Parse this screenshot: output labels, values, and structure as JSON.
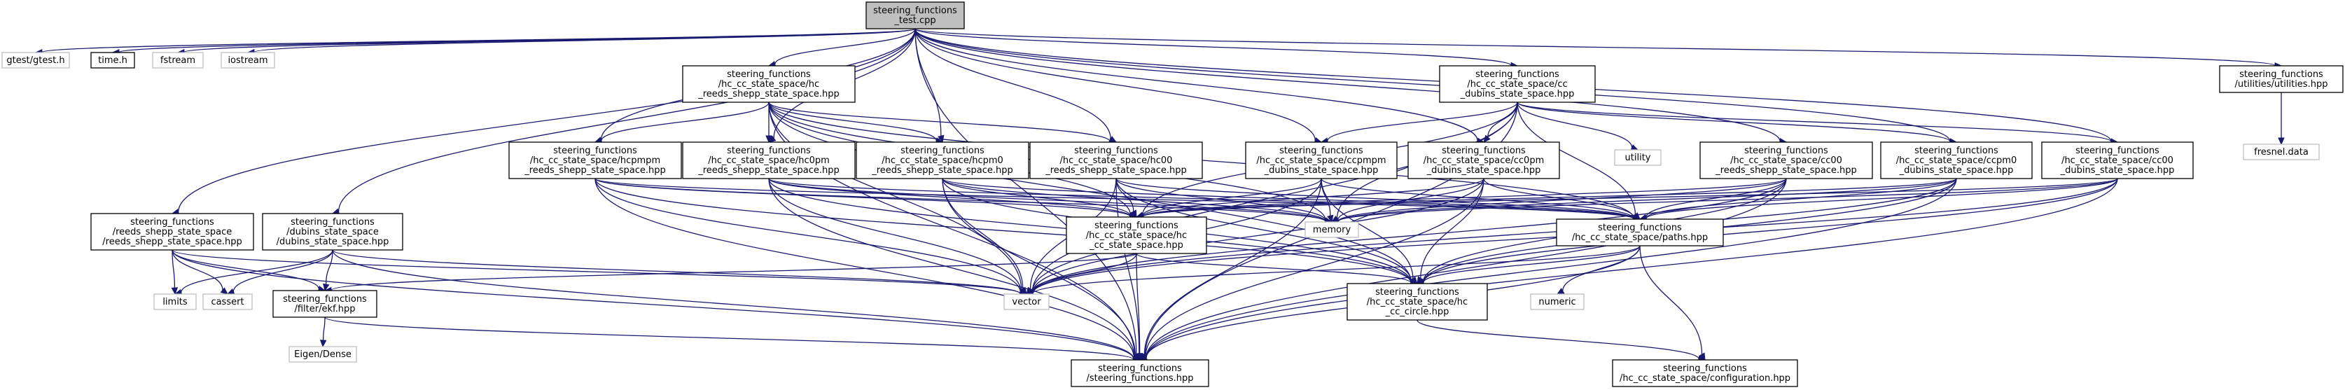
{
  "graph": {
    "nodes": [
      {
        "id": "root",
        "lines": [
          "steering_functions",
          "_test.cpp"
        ],
        "kind": "root"
      },
      {
        "id": "gtest",
        "lines": [
          "gtest/gtest.h"
        ],
        "kind": "external"
      },
      {
        "id": "timeh",
        "lines": [
          "time.h"
        ],
        "kind": "header"
      },
      {
        "id": "fstream",
        "lines": [
          "fstream"
        ],
        "kind": "external"
      },
      {
        "id": "iostream",
        "lines": [
          "iostream"
        ],
        "kind": "external"
      },
      {
        "id": "hc_rs",
        "lines": [
          "steering_functions",
          "/hc_cc_state_space/hc",
          "_reeds_shepp_state_space.hpp"
        ],
        "kind": "header"
      },
      {
        "id": "cc_dubins",
        "lines": [
          "steering_functions",
          "/hc_cc_state_space/cc",
          "_dubins_state_space.hpp"
        ],
        "kind": "header"
      },
      {
        "id": "utilities",
        "lines": [
          "steering_functions",
          "/utilities/utilities.hpp"
        ],
        "kind": "header"
      },
      {
        "id": "fresnel",
        "lines": [
          "fresnel.data"
        ],
        "kind": "external"
      },
      {
        "id": "hcpmpm_rs",
        "lines": [
          "steering_functions",
          "/hc_cc_state_space/hcpmpm",
          "_reeds_shepp_state_space.hpp"
        ],
        "kind": "header"
      },
      {
        "id": "hc0pm_rs",
        "lines": [
          "steering_functions",
          "/hc_cc_state_space/hc0pm",
          "_reeds_shepp_state_space.hpp"
        ],
        "kind": "header"
      },
      {
        "id": "hcpm0_rs",
        "lines": [
          "steering_functions",
          "/hc_cc_state_space/hcpm0",
          "_reeds_shepp_state_space.hpp"
        ],
        "kind": "header"
      },
      {
        "id": "hc00_rs",
        "lines": [
          "steering_functions",
          "/hc_cc_state_space/hc00",
          "_reeds_shepp_state_space.hpp"
        ],
        "kind": "header"
      },
      {
        "id": "ccpmpm_dub",
        "lines": [
          "steering_functions",
          "/hc_cc_state_space/ccpmpm",
          "_dubins_state_space.hpp"
        ],
        "kind": "header"
      },
      {
        "id": "cc0pm_dub",
        "lines": [
          "steering_functions",
          "/hc_cc_state_space/cc0pm",
          "_dubins_state_space.hpp"
        ],
        "kind": "header"
      },
      {
        "id": "utility",
        "lines": [
          "utility"
        ],
        "kind": "external"
      },
      {
        "id": "cc00_rs",
        "lines": [
          "steering_functions",
          "/hc_cc_state_space/cc00",
          "_reeds_shepp_state_space.hpp"
        ],
        "kind": "header"
      },
      {
        "id": "ccpm0_dub",
        "lines": [
          "steering_functions",
          "/hc_cc_state_space/ccpm0",
          "_dubins_state_space.hpp"
        ],
        "kind": "header"
      },
      {
        "id": "cc00_dub",
        "lines": [
          "steering_functions",
          "/hc_cc_state_space/cc00",
          "_dubins_state_space.hpp"
        ],
        "kind": "header"
      },
      {
        "id": "rs_ss",
        "lines": [
          "steering_functions",
          "/reeds_shepp_state_space",
          "/reeds_shepp_state_space.hpp"
        ],
        "kind": "header"
      },
      {
        "id": "dub_ss",
        "lines": [
          "steering_functions",
          "/dubins_state_space",
          "/dubins_state_space.hpp"
        ],
        "kind": "header"
      },
      {
        "id": "hc_cc_ss",
        "lines": [
          "steering_functions",
          "/hc_cc_state_space/hc",
          "_cc_state_space.hpp"
        ],
        "kind": "header"
      },
      {
        "id": "memory",
        "lines": [
          "memory"
        ],
        "kind": "external"
      },
      {
        "id": "paths",
        "lines": [
          "steering_functions",
          "/hc_cc_state_space/paths.hpp"
        ],
        "kind": "header"
      },
      {
        "id": "limits",
        "lines": [
          "limits"
        ],
        "kind": "external"
      },
      {
        "id": "cassert",
        "lines": [
          "cassert"
        ],
        "kind": "external"
      },
      {
        "id": "ekf",
        "lines": [
          "steering_functions",
          "/filter/ekf.hpp"
        ],
        "kind": "header"
      },
      {
        "id": "vector",
        "lines": [
          "vector"
        ],
        "kind": "external"
      },
      {
        "id": "numeric",
        "lines": [
          "numeric"
        ],
        "kind": "external"
      },
      {
        "id": "circle",
        "lines": [
          "steering_functions",
          "/hc_cc_state_space/hc",
          "_cc_circle.hpp"
        ],
        "kind": "header"
      },
      {
        "id": "eigen",
        "lines": [
          "Eigen/Dense"
        ],
        "kind": "external"
      },
      {
        "id": "sf",
        "lines": [
          "steering_functions",
          "/steering_functions.hpp"
        ],
        "kind": "header"
      },
      {
        "id": "config",
        "lines": [
          "steering_functions",
          "/hc_cc_state_space/configuration.hpp"
        ],
        "kind": "header"
      }
    ],
    "edges": [
      [
        "root",
        "gtest"
      ],
      [
        "root",
        "timeh"
      ],
      [
        "root",
        "fstream"
      ],
      [
        "root",
        "iostream"
      ],
      [
        "root",
        "hc_rs"
      ],
      [
        "root",
        "cc_dubins"
      ],
      [
        "root",
        "utilities"
      ],
      [
        "root",
        "hcpmpm_rs"
      ],
      [
        "root",
        "hc0pm_rs"
      ],
      [
        "root",
        "hcpm0_rs"
      ],
      [
        "root",
        "hc00_rs"
      ],
      [
        "root",
        "ccpmpm_dub"
      ],
      [
        "root",
        "cc0pm_dub"
      ],
      [
        "root",
        "cc00_rs"
      ],
      [
        "root",
        "ccpm0_dub"
      ],
      [
        "root",
        "cc00_dub"
      ],
      [
        "root",
        "rs_ss"
      ],
      [
        "root",
        "dub_ss"
      ],
      [
        "root",
        "sf"
      ],
      [
        "utilities",
        "fresnel"
      ],
      [
        "hc_rs",
        "hcpmpm_rs"
      ],
      [
        "hc_rs",
        "hc0pm_rs"
      ],
      [
        "hc_rs",
        "hcpm0_rs"
      ],
      [
        "hc_rs",
        "hc00_rs"
      ],
      [
        "hc_rs",
        "hc_cc_ss"
      ],
      [
        "hc_rs",
        "memory"
      ],
      [
        "hc_rs",
        "paths"
      ],
      [
        "hc_rs",
        "vector"
      ],
      [
        "hc_rs",
        "sf"
      ],
      [
        "hc_rs",
        "circle"
      ],
      [
        "cc_dubins",
        "ccpmpm_dub"
      ],
      [
        "cc_dubins",
        "cc0pm_dub"
      ],
      [
        "cc_dubins",
        "ccpm0_dub"
      ],
      [
        "cc_dubins",
        "cc00_dub"
      ],
      [
        "cc_dubins",
        "utility"
      ],
      [
        "cc_dubins",
        "hc_cc_ss"
      ],
      [
        "cc_dubins",
        "memory"
      ],
      [
        "cc_dubins",
        "paths"
      ],
      [
        "cc_dubins",
        "vector"
      ],
      [
        "cc_dubins",
        "sf"
      ],
      [
        "hcpmpm_rs",
        "hc_cc_ss"
      ],
      [
        "hcpmpm_rs",
        "memory"
      ],
      [
        "hcpmpm_rs",
        "paths"
      ],
      [
        "hcpmpm_rs",
        "vector"
      ],
      [
        "hcpmpm_rs",
        "sf"
      ],
      [
        "hcpmpm_rs",
        "circle"
      ],
      [
        "hc0pm_rs",
        "hc_cc_ss"
      ],
      [
        "hc0pm_rs",
        "memory"
      ],
      [
        "hc0pm_rs",
        "paths"
      ],
      [
        "hc0pm_rs",
        "vector"
      ],
      [
        "hc0pm_rs",
        "sf"
      ],
      [
        "hc0pm_rs",
        "circle"
      ],
      [
        "hcpm0_rs",
        "hc_cc_ss"
      ],
      [
        "hcpm0_rs",
        "memory"
      ],
      [
        "hcpm0_rs",
        "paths"
      ],
      [
        "hcpm0_rs",
        "vector"
      ],
      [
        "hcpm0_rs",
        "sf"
      ],
      [
        "hcpm0_rs",
        "circle"
      ],
      [
        "hc00_rs",
        "hc_cc_ss"
      ],
      [
        "hc00_rs",
        "memory"
      ],
      [
        "hc00_rs",
        "paths"
      ],
      [
        "hc00_rs",
        "vector"
      ],
      [
        "hc00_rs",
        "sf"
      ],
      [
        "hc00_rs",
        "circle"
      ],
      [
        "ccpmpm_dub",
        "hc_cc_ss"
      ],
      [
        "ccpmpm_dub",
        "memory"
      ],
      [
        "ccpmpm_dub",
        "paths"
      ],
      [
        "ccpmpm_dub",
        "vector"
      ],
      [
        "ccpmpm_dub",
        "sf"
      ],
      [
        "ccpmpm_dub",
        "circle"
      ],
      [
        "cc0pm_dub",
        "hc_cc_ss"
      ],
      [
        "cc0pm_dub",
        "memory"
      ],
      [
        "cc0pm_dub",
        "paths"
      ],
      [
        "cc0pm_dub",
        "vector"
      ],
      [
        "cc0pm_dub",
        "sf"
      ],
      [
        "cc0pm_dub",
        "circle"
      ],
      [
        "cc00_rs",
        "hc_cc_ss"
      ],
      [
        "cc00_rs",
        "memory"
      ],
      [
        "cc00_rs",
        "paths"
      ],
      [
        "cc00_rs",
        "vector"
      ],
      [
        "cc00_rs",
        "sf"
      ],
      [
        "cc00_rs",
        "circle"
      ],
      [
        "ccpm0_dub",
        "hc_cc_ss"
      ],
      [
        "ccpm0_dub",
        "memory"
      ],
      [
        "ccpm0_dub",
        "paths"
      ],
      [
        "ccpm0_dub",
        "vector"
      ],
      [
        "ccpm0_dub",
        "sf"
      ],
      [
        "ccpm0_dub",
        "circle"
      ],
      [
        "cc00_dub",
        "hc_cc_ss"
      ],
      [
        "cc00_dub",
        "memory"
      ],
      [
        "cc00_dub",
        "paths"
      ],
      [
        "cc00_dub",
        "vector"
      ],
      [
        "cc00_dub",
        "sf"
      ],
      [
        "cc00_dub",
        "circle"
      ],
      [
        "rs_ss",
        "limits"
      ],
      [
        "rs_ss",
        "cassert"
      ],
      [
        "rs_ss",
        "ekf"
      ],
      [
        "rs_ss",
        "vector"
      ],
      [
        "rs_ss",
        "sf"
      ],
      [
        "dub_ss",
        "limits"
      ],
      [
        "dub_ss",
        "cassert"
      ],
      [
        "dub_ss",
        "ekf"
      ],
      [
        "dub_ss",
        "vector"
      ],
      [
        "dub_ss",
        "sf"
      ],
      [
        "hc_cc_ss",
        "ekf"
      ],
      [
        "hc_cc_ss",
        "vector"
      ],
      [
        "hc_cc_ss",
        "sf"
      ],
      [
        "hc_cc_ss",
        "circle"
      ],
      [
        "paths",
        "vector"
      ],
      [
        "paths",
        "numeric"
      ],
      [
        "paths",
        "circle"
      ],
      [
        "paths",
        "sf"
      ],
      [
        "paths",
        "config"
      ],
      [
        "ekf",
        "eigen"
      ],
      [
        "ekf",
        "sf"
      ],
      [
        "circle",
        "config"
      ]
    ]
  },
  "colors": {
    "edge": "#191970",
    "root_fill": "#bfbfbf",
    "header_border": "#000000",
    "external_border": "#bfbfbf",
    "external_text": "#000000"
  }
}
